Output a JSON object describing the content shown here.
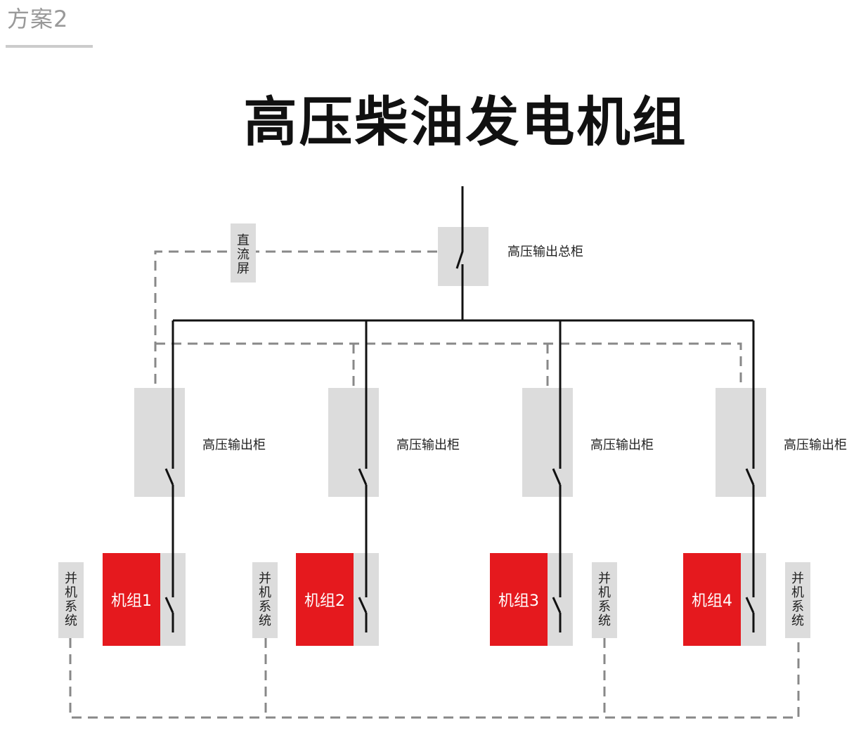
{
  "header": {
    "tab_label": "方案2",
    "title": "高压柴油发电机组"
  },
  "main_cabinet": {
    "label": "高压输出总柜"
  },
  "dc_panel": {
    "label": "直流屏"
  },
  "output_cabinets": [
    {
      "label": "高压输出柜"
    },
    {
      "label": "高压输出柜"
    },
    {
      "label": "高压输出柜"
    },
    {
      "label": "高压输出柜"
    }
  ],
  "generators": [
    {
      "label": "机组1"
    },
    {
      "label": "机组2"
    },
    {
      "label": "机组3"
    },
    {
      "label": "机组4"
    }
  ],
  "parallel_systems": [
    {
      "label": "并机系统"
    },
    {
      "label": "并机系统"
    },
    {
      "label": "并机系统"
    },
    {
      "label": "并机系统"
    }
  ],
  "colors": {
    "cabinet_gray": "#dcdcdc",
    "generator_red": "#e5191e",
    "line_black": "#111111",
    "dashed_gray": "#888888"
  }
}
